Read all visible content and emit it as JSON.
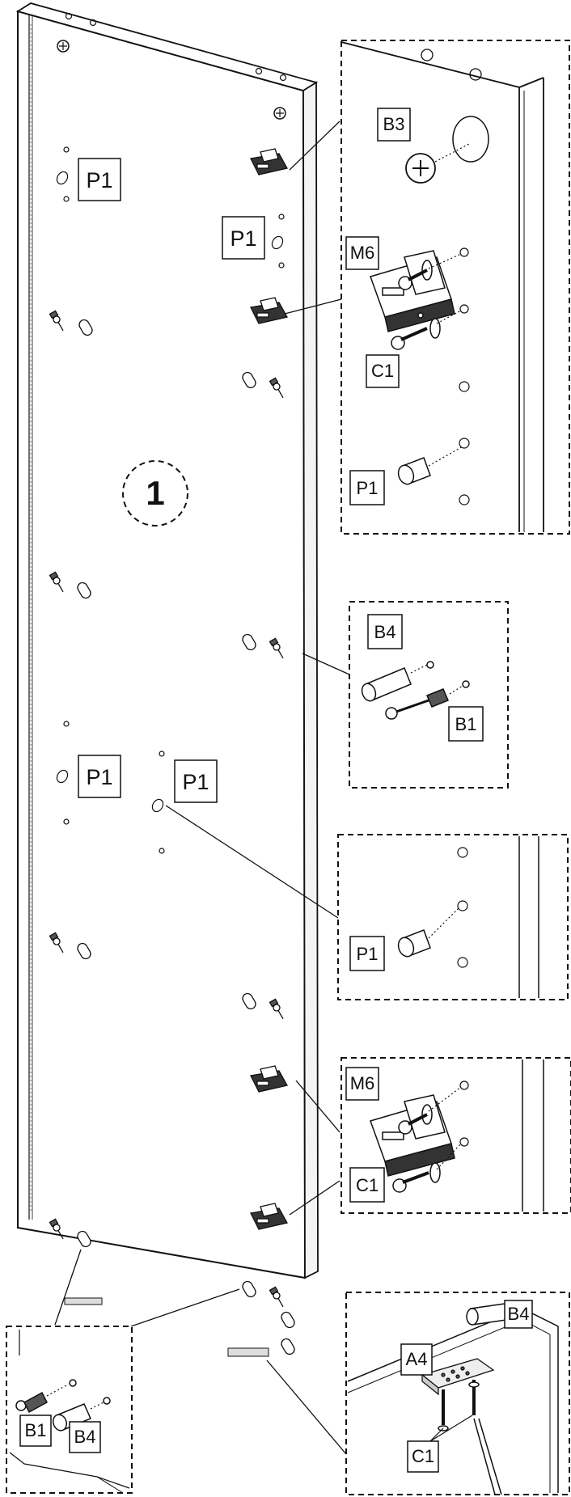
{
  "step": {
    "number": "1"
  },
  "labels": {
    "p1": "P1",
    "b3": "B3",
    "m6": "M6",
    "c1": "C1",
    "b4": "B4",
    "b1": "B1",
    "a4": "A4"
  },
  "colors": {
    "line": "#111111",
    "panel_edge": "#d9d9d9",
    "hardware_dark": "#222222"
  }
}
